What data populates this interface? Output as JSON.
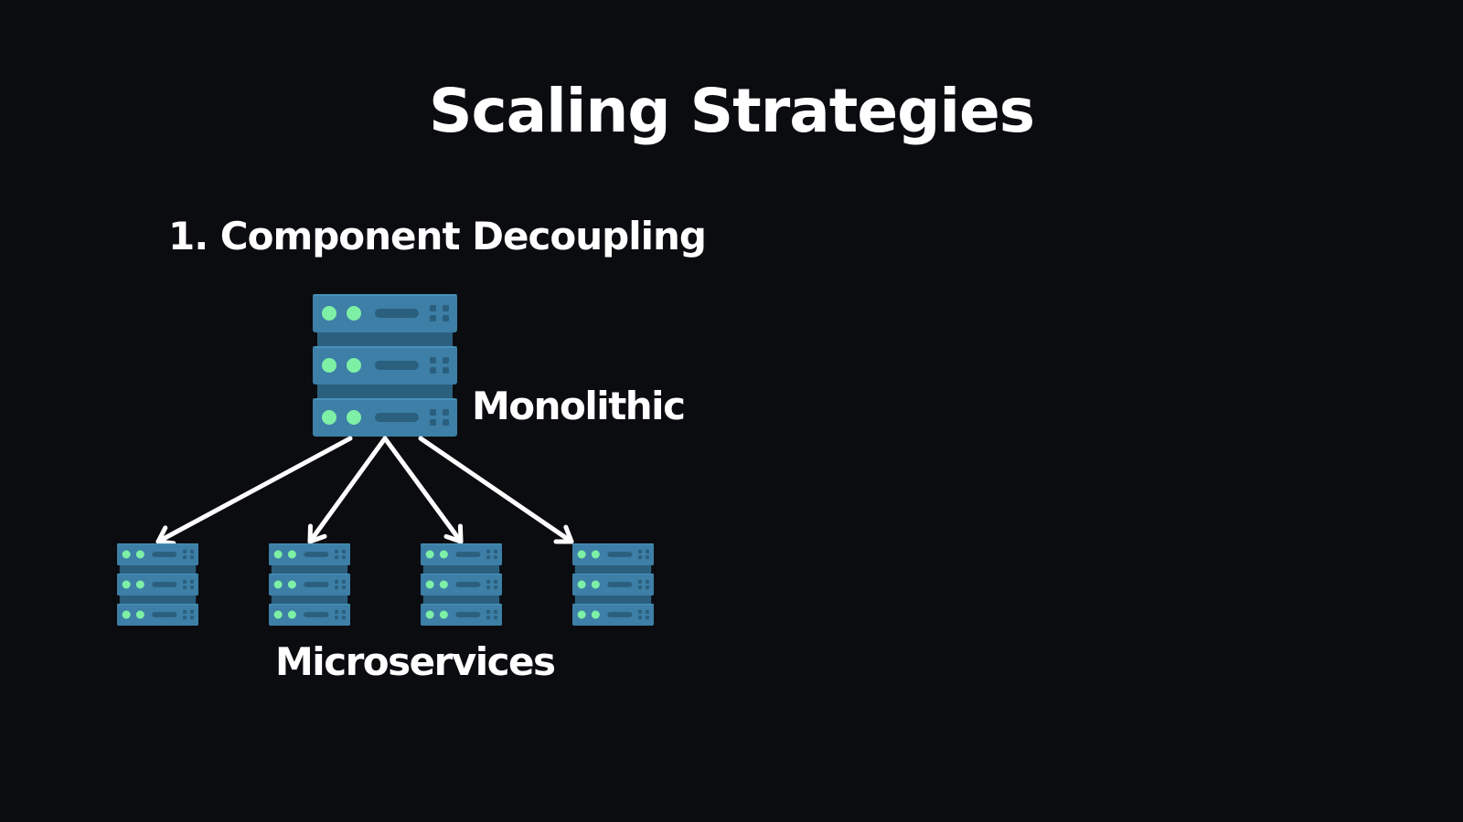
{
  "slide": {
    "title": "Scaling Strategies",
    "subtitle": "1. Component Decoupling"
  },
  "diagram": {
    "monolith_label": "Monolithic",
    "microservices_label": "Microservices",
    "monolith": {
      "icon": "server-rack-icon",
      "units": 3
    },
    "microservices": [
      {
        "icon": "server-rack-icon",
        "units": 3
      },
      {
        "icon": "server-rack-icon",
        "units": 3
      },
      {
        "icon": "server-rack-icon",
        "units": 3
      },
      {
        "icon": "server-rack-icon",
        "units": 3
      }
    ],
    "colors": {
      "background": "#0b0c10",
      "server_body": "#3d7fa6",
      "server_dark": "#2b5f7e",
      "server_light": "#58b6e0",
      "led": "#7ef0a6",
      "arrow": "#ffffff"
    }
  }
}
